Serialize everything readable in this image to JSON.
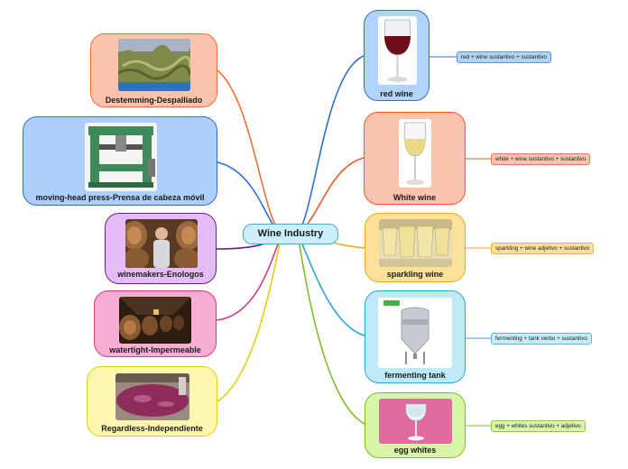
{
  "center": {
    "label": "Wine Industry"
  },
  "left_nodes": [
    {
      "id": "destemming",
      "label": "Destemming-Despalliado",
      "icon": "destemmed-grapes-photo",
      "color": "#f26f3b",
      "fill": "#fbc3ae"
    },
    {
      "id": "press",
      "label": "moving-head press-Prensa de cabeza móvil",
      "icon": "hydraulic-press-photo",
      "color": "#2b6fd6",
      "fill": "#acd0fb"
    },
    {
      "id": "winemakers",
      "label": "winemakers-Enologos",
      "icon": "winemaker-in-cellar-photo",
      "color": "#6a1f91",
      "fill": "#e4bcf8"
    },
    {
      "id": "watertight",
      "label": "watertight-Impermeable",
      "icon": "barrel-cellar-photo",
      "color": "#d63a86",
      "fill": "#f8aed3"
    },
    {
      "id": "regardless",
      "label": "Regardless-Independiente",
      "icon": "grape-vat-photo",
      "color": "#e2d10e",
      "fill": "#fdf6b0"
    }
  ],
  "right_nodes": [
    {
      "id": "red",
      "label": "red wine",
      "icon": "red-wine-glass-photo",
      "color": "#2f6fd0",
      "fill": "#b2d3fb",
      "tag": "red + wine sustantivo + sustantivo",
      "tag_fill": "#b2d3fb",
      "tag_border": "#5b95e4"
    },
    {
      "id": "white",
      "label": "White wine",
      "icon": "white-wine-glass-photo",
      "color": "#ef5a2b",
      "fill": "#fbc3ae",
      "tag": "white + wine sustantivo + sustantivo",
      "tag_fill": "#fbc3ae",
      "tag_border": "#ef7a52"
    },
    {
      "id": "sparkling",
      "label": "sparkling wine",
      "icon": "sparkling-wine-glasses-photo",
      "color": "#f5a623",
      "fill": "#fde09a",
      "tag": "sparkling + wine  adjetivo + sustantivo",
      "tag_fill": "#fde09a",
      "tag_border": "#f5b23b"
    },
    {
      "id": "fermenting",
      "label": "fermenting tank",
      "icon": "steel-tank-photo",
      "color": "#2aa6d8",
      "fill": "#bfeaf8",
      "tag": "fermenting + tank  verbo + sustantivo",
      "tag_fill": "#c6ecf9",
      "tag_border": "#5cb9de"
    },
    {
      "id": "egg",
      "label": "egg whites",
      "icon": "egg-white-glass-photo",
      "color": "#7fbf24",
      "fill": "#d9f5a8",
      "tag": "egg + whites sustantivo + adjetivo",
      "tag_fill": "#d9f5a8",
      "tag_border": "#92c93c"
    }
  ]
}
